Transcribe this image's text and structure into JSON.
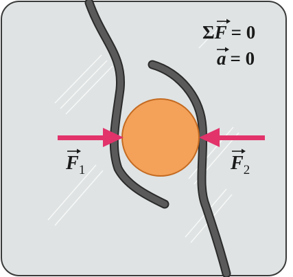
{
  "equations": {
    "net_force": {
      "symbol": "Σ",
      "var": "F",
      "rhs": "= 0"
    },
    "acceleration": {
      "var": "a",
      "rhs": "= 0"
    }
  },
  "forces": {
    "f1": {
      "var": "F",
      "subscript": "1"
    },
    "f2": {
      "var": "F",
      "subscript": "2"
    }
  },
  "colors": {
    "background": "#dfe3e3",
    "frame": "#3a3a3a",
    "rope": "#555555",
    "rope_outline": "#2a2a2a",
    "ball": "#f4a259",
    "ball_outline": "#c46a21",
    "arrow": "#e2336b",
    "glare": "#ffffff"
  }
}
